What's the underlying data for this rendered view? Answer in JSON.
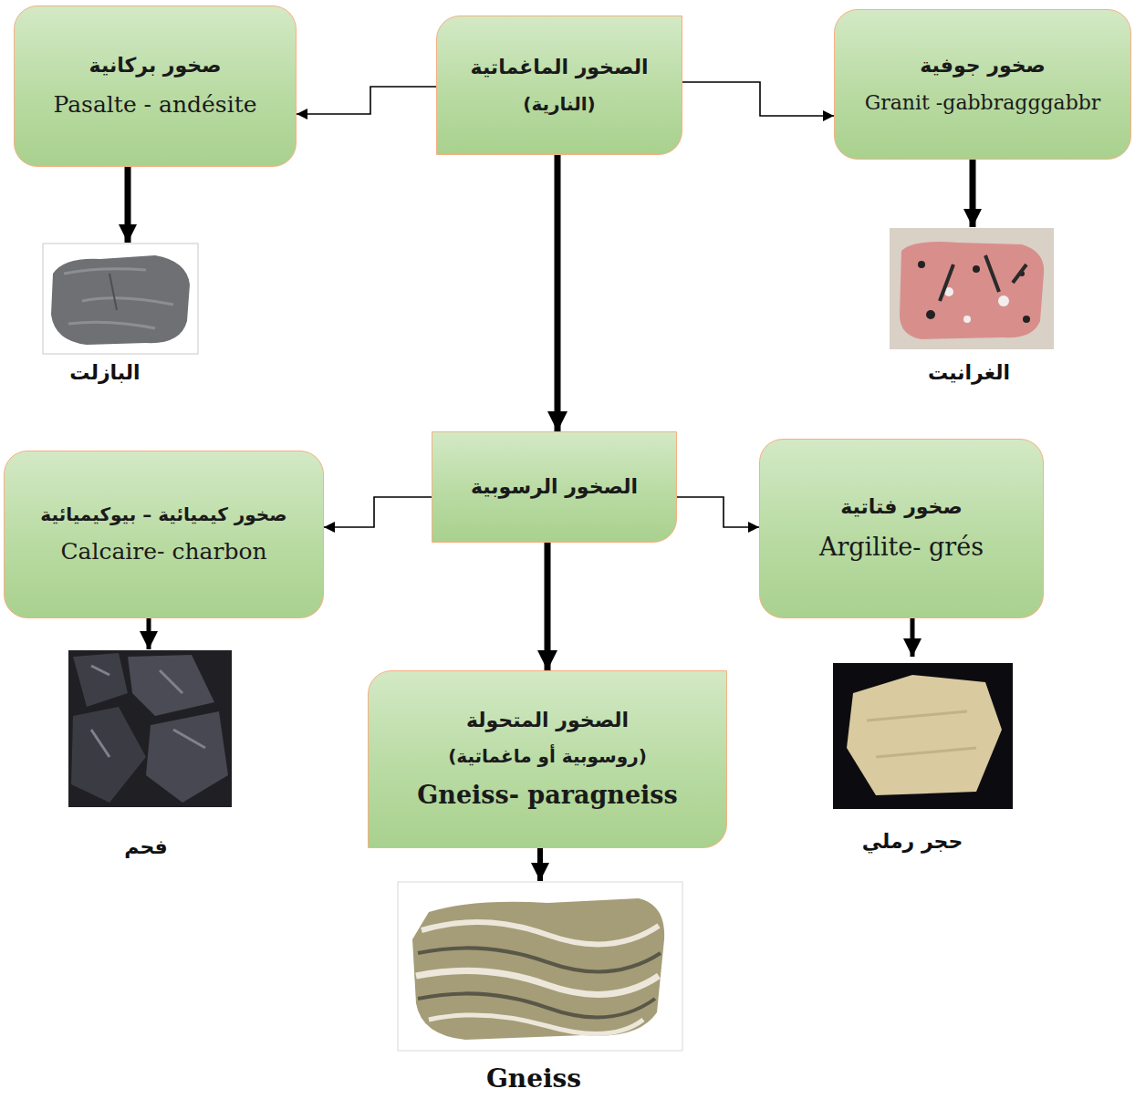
{
  "diagram": {
    "nodes": [
      {
        "text": [
          "الصخور الماغماتية",
          "(النارية)"
        ]
      },
      {
        "text": [
          "صخور جوفية",
          "Granit -gabbragggabbr"
        ]
      },
      {
        "text": [
          "صخور بركانية",
          "Pasalte - andésite"
        ]
      },
      {
        "text": [
          "الصخور الرسوبية"
        ]
      },
      {
        "text": [
          "صخور فتاتية",
          "Argilite- grés"
        ]
      },
      {
        "text": [
          "صخور كيميائية – بيوكيميائية",
          "Calcaire- charbon"
        ]
      },
      {
        "text": [
          "الصخور المتحولة",
          "(روسوبية أو ماغماتية)",
          "Gneiss- paragneiss"
        ]
      }
    ],
    "edges": [
      {
        "from": 0,
        "to": 1,
        "arrow": "to"
      },
      {
        "from": 0,
        "to": 2,
        "arrow": "to"
      },
      {
        "from": 0,
        "to": 3,
        "arrow": "to"
      },
      {
        "from": 3,
        "to": 4,
        "arrow": "to"
      },
      {
        "from": 3,
        "to": 5,
        "arrow": "to"
      },
      {
        "from": 3,
        "to": 6,
        "arrow": "to"
      }
    ],
    "labels": [
      "الغرانيت",
      "البازلت",
      "حجر رملي",
      "فحم",
      "Gneiss"
    ]
  }
}
